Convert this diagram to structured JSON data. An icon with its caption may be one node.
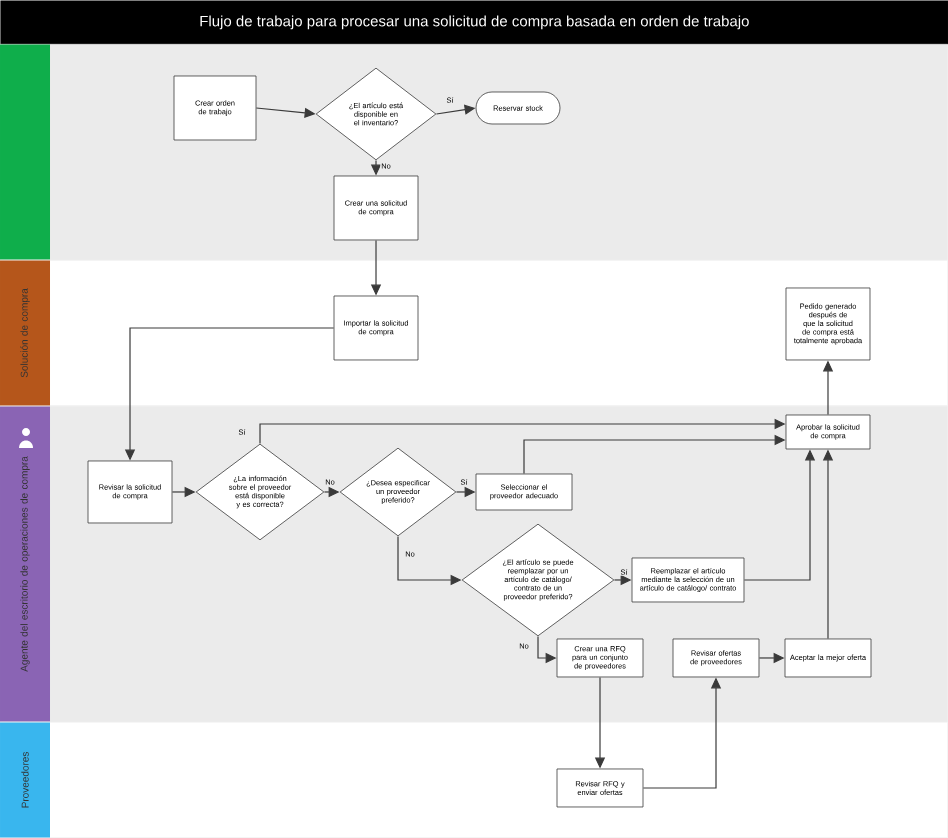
{
  "diagram": {
    "title": "Flujo de trabajo para procesar una solicitud de compra basada en orden de trabajo",
    "nodes": [
      {
        "text": [],
        "shape": "band"
      },
      {
        "text": [
          "Crear orden de trabajo"
        ],
        "in": 0
      },
      {
        "text": [
          "¿El artículo está disponible en el inventario?"
        ],
        "in": 0
      },
      {
        "text": [
          "Reservar stock"
        ],
        "in": 0
      },
      {
        "text": [
          "Crear una solicitud de compra"
        ],
        "in": 0
      },
      {
        "text": [
          "Solución de compra"
        ]
      },
      {
        "text": [
          "Importar la solicitud de compra"
        ],
        "in": 5
      },
      {
        "text": [
          "Pedido generado después de que la solicitud de compra está totalmente aprobada"
        ],
        "in": 5
      },
      {
        "text": [
          "Agente del escritorio de operaciones de compra"
        ]
      },
      {
        "text": [
          "Revisar la solicitud de compra"
        ],
        "in": 8
      },
      {
        "text": [
          "¿La información sobre el proveedor está disponible y es correcta?"
        ],
        "in": 8
      },
      {
        "text": [
          "¿Desea especificar un proveedor preferido?"
        ],
        "in": 8
      },
      {
        "text": [
          "Seleccionar el proveedor adecuado"
        ],
        "in": 8
      },
      {
        "text": [
          "Aprobar la solicitud de compra"
        ],
        "in": 8
      },
      {
        "text": [
          "¿El artículo se puede reemplazar por un artículo de catálogo/ contrato de un proveedor preferido?"
        ],
        "in": 8
      },
      {
        "text": [
          "Reemplazar el artículo mediante la selección de un artículo de catálogo/ contrato"
        ],
        "in": 8
      },
      {
        "text": [
          "Crear una RFQ para un conjunto de proveedores"
        ],
        "in": 8
      },
      {
        "text": [
          "Revisar ofertas de proveedores"
        ],
        "in": 8
      },
      {
        "text": [
          "Aceptar la mejor oferta"
        ],
        "in": 8
      },
      {
        "text": [
          "Proveedores"
        ]
      },
      {
        "text": [
          "Revisar RFQ y enviar ofertas"
        ],
        "in": 19
      }
    ],
    "edges": [
      {
        "from": 1,
        "to": 2,
        "arrow": "to"
      },
      {
        "from": 2,
        "to": 3,
        "arrow": "to",
        "label": "Sí"
      },
      {
        "from": 2,
        "to": 4,
        "arrow": "to",
        "label": "No"
      },
      {
        "from": 4,
        "to": 6,
        "arrow": "to"
      },
      {
        "from": 6,
        "to": 9,
        "arrow": "to"
      },
      {
        "from": 9,
        "to": 10,
        "arrow": "to"
      },
      {
        "from": 10,
        "to": 13,
        "arrow": "to",
        "label": "Sí"
      },
      {
        "from": 10,
        "to": 11,
        "arrow": "to",
        "label": "No"
      },
      {
        "from": 11,
        "to": 12,
        "arrow": "to",
        "label": "Sí"
      },
      {
        "from": 12,
        "to": 13,
        "arrow": "to"
      },
      {
        "from": 11,
        "to": 14,
        "arrow": "to",
        "label": "No"
      },
      {
        "from": 14,
        "to": 15,
        "arrow": "to",
        "label": "Sí"
      },
      {
        "from": 15,
        "to": 13,
        "arrow": "to"
      },
      {
        "from": 14,
        "to": 16,
        "arrow": "to",
        "label": "No"
      },
      {
        "from": 16,
        "to": 20,
        "arrow": "to"
      },
      {
        "from": 20,
        "to": 17,
        "arrow": "to"
      },
      {
        "from": 17,
        "to": 18,
        "arrow": "to"
      },
      {
        "from": 18,
        "to": 13,
        "arrow": "to"
      },
      {
        "from": 13,
        "to": 7,
        "arrow": "to"
      }
    ]
  }
}
